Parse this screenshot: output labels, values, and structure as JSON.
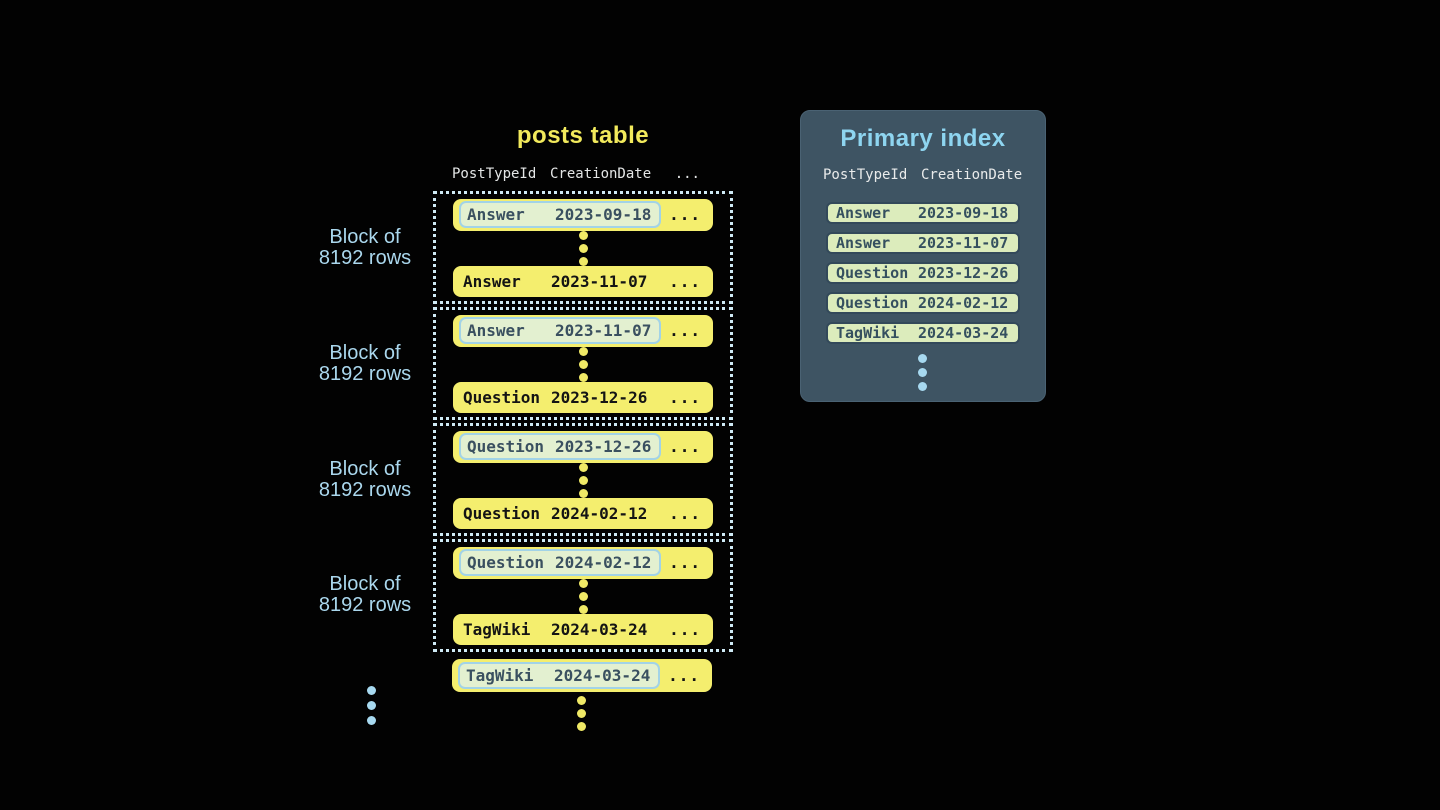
{
  "posts_table": {
    "title": "posts table",
    "columns": [
      "PostTypeId",
      "CreationDate"
    ],
    "columns_more": "...",
    "row_more": "...",
    "block_label": {
      "line1": "Block of",
      "line2": "8192 rows"
    },
    "blocks": [
      {
        "first": {
          "type": "Answer",
          "date": "2023-09-18"
        },
        "last": {
          "type": "Answer",
          "date": "2023-11-07"
        }
      },
      {
        "first": {
          "type": "Answer",
          "date": "2023-11-07"
        },
        "last": {
          "type": "Question",
          "date": "2023-12-26"
        }
      },
      {
        "first": {
          "type": "Question",
          "date": "2023-12-26"
        },
        "last": {
          "type": "Question",
          "date": "2024-02-12"
        }
      },
      {
        "first": {
          "type": "Question",
          "date": "2024-02-12"
        },
        "last": {
          "type": "TagWiki",
          "date": "2024-03-24"
        }
      }
    ],
    "trailing_row": {
      "type": "TagWiki",
      "date": "2024-03-24"
    }
  },
  "primary_index": {
    "title": "Primary index",
    "columns": [
      "PostTypeId",
      "CreationDate"
    ],
    "rows": [
      {
        "type": "Answer",
        "date": "2023-09-18"
      },
      {
        "type": "Answer",
        "date": "2023-11-07"
      },
      {
        "type": "Question",
        "date": "2023-12-26"
      },
      {
        "type": "Question",
        "date": "2024-02-12"
      },
      {
        "type": "TagWiki",
        "date": "2024-03-24"
      }
    ]
  },
  "colors": {
    "background": "#020202",
    "row_yellow": "#f4ee6e",
    "title_yellow": "#f2ea5c",
    "accent_blue": "#aad7ed",
    "panel_background": "#3e5463",
    "index_row_green": "#dcecbc",
    "highlight_green": "#e3f0d0",
    "highlight_border_blue": "#a2d3e7",
    "dotted_border": "#cfeaf5"
  }
}
